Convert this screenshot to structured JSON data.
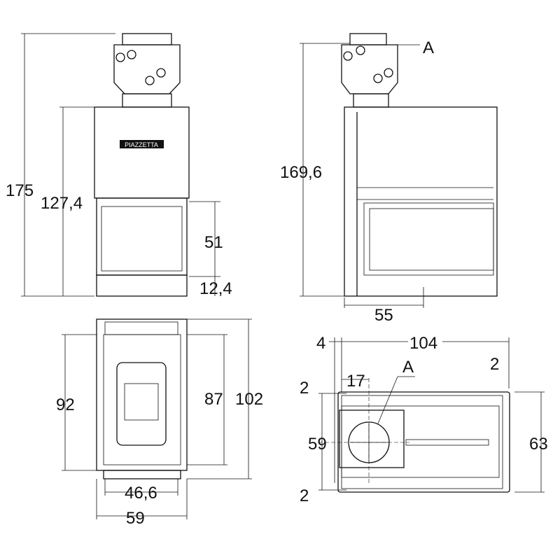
{
  "logo_text": "PIAZZETTA",
  "front_view": {
    "total_height": "175",
    "body_height": "127,4",
    "opening_height": "51",
    "base_height": "12,4"
  },
  "side_view": {
    "total_height": "169,6",
    "flue_label": "A",
    "flue_offset": "55"
  },
  "plan_left": {
    "depth_outer": "92",
    "depth_inner": "87",
    "depth_total": "102",
    "inner_width": "46,6",
    "outer_width": "59"
  },
  "plan_right": {
    "left_margin": "4",
    "length": "104",
    "right_margin": "2",
    "flue_offset": "17",
    "flue_label": "A",
    "top_margin": "2",
    "inner_width": "59",
    "outer_width": "63",
    "bottom_margin": "2"
  }
}
